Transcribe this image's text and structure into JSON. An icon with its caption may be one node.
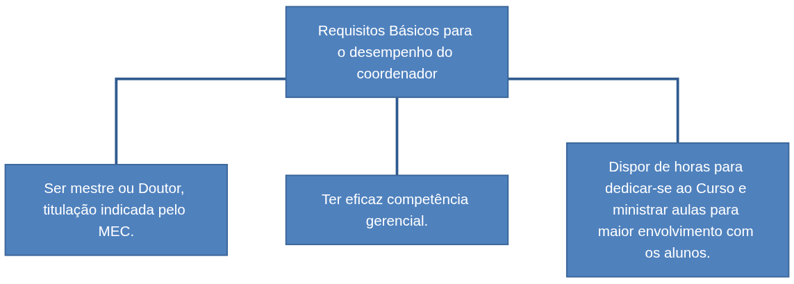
{
  "diagram": {
    "nodes": [
      {
        "text": [
          "Requisitos Básicos para o desempenho do coordenador"
        ]
      },
      {
        "text": [
          "Ser mestre ou Doutor, titulação indicada pelo MEC."
        ]
      },
      {
        "text": [
          "Ter eficaz competência gerencial."
        ]
      },
      {
        "text": [
          "Dispor de horas para dedicar-se ao Curso e ministrar aulas para maior envolvimento com os alunos."
        ]
      }
    ],
    "edges": [
      {
        "from": 0,
        "to": 1,
        "arrow": "none"
      },
      {
        "from": 0,
        "to": 2,
        "arrow": "none"
      },
      {
        "from": 0,
        "to": 3,
        "arrow": "none"
      }
    ]
  }
}
